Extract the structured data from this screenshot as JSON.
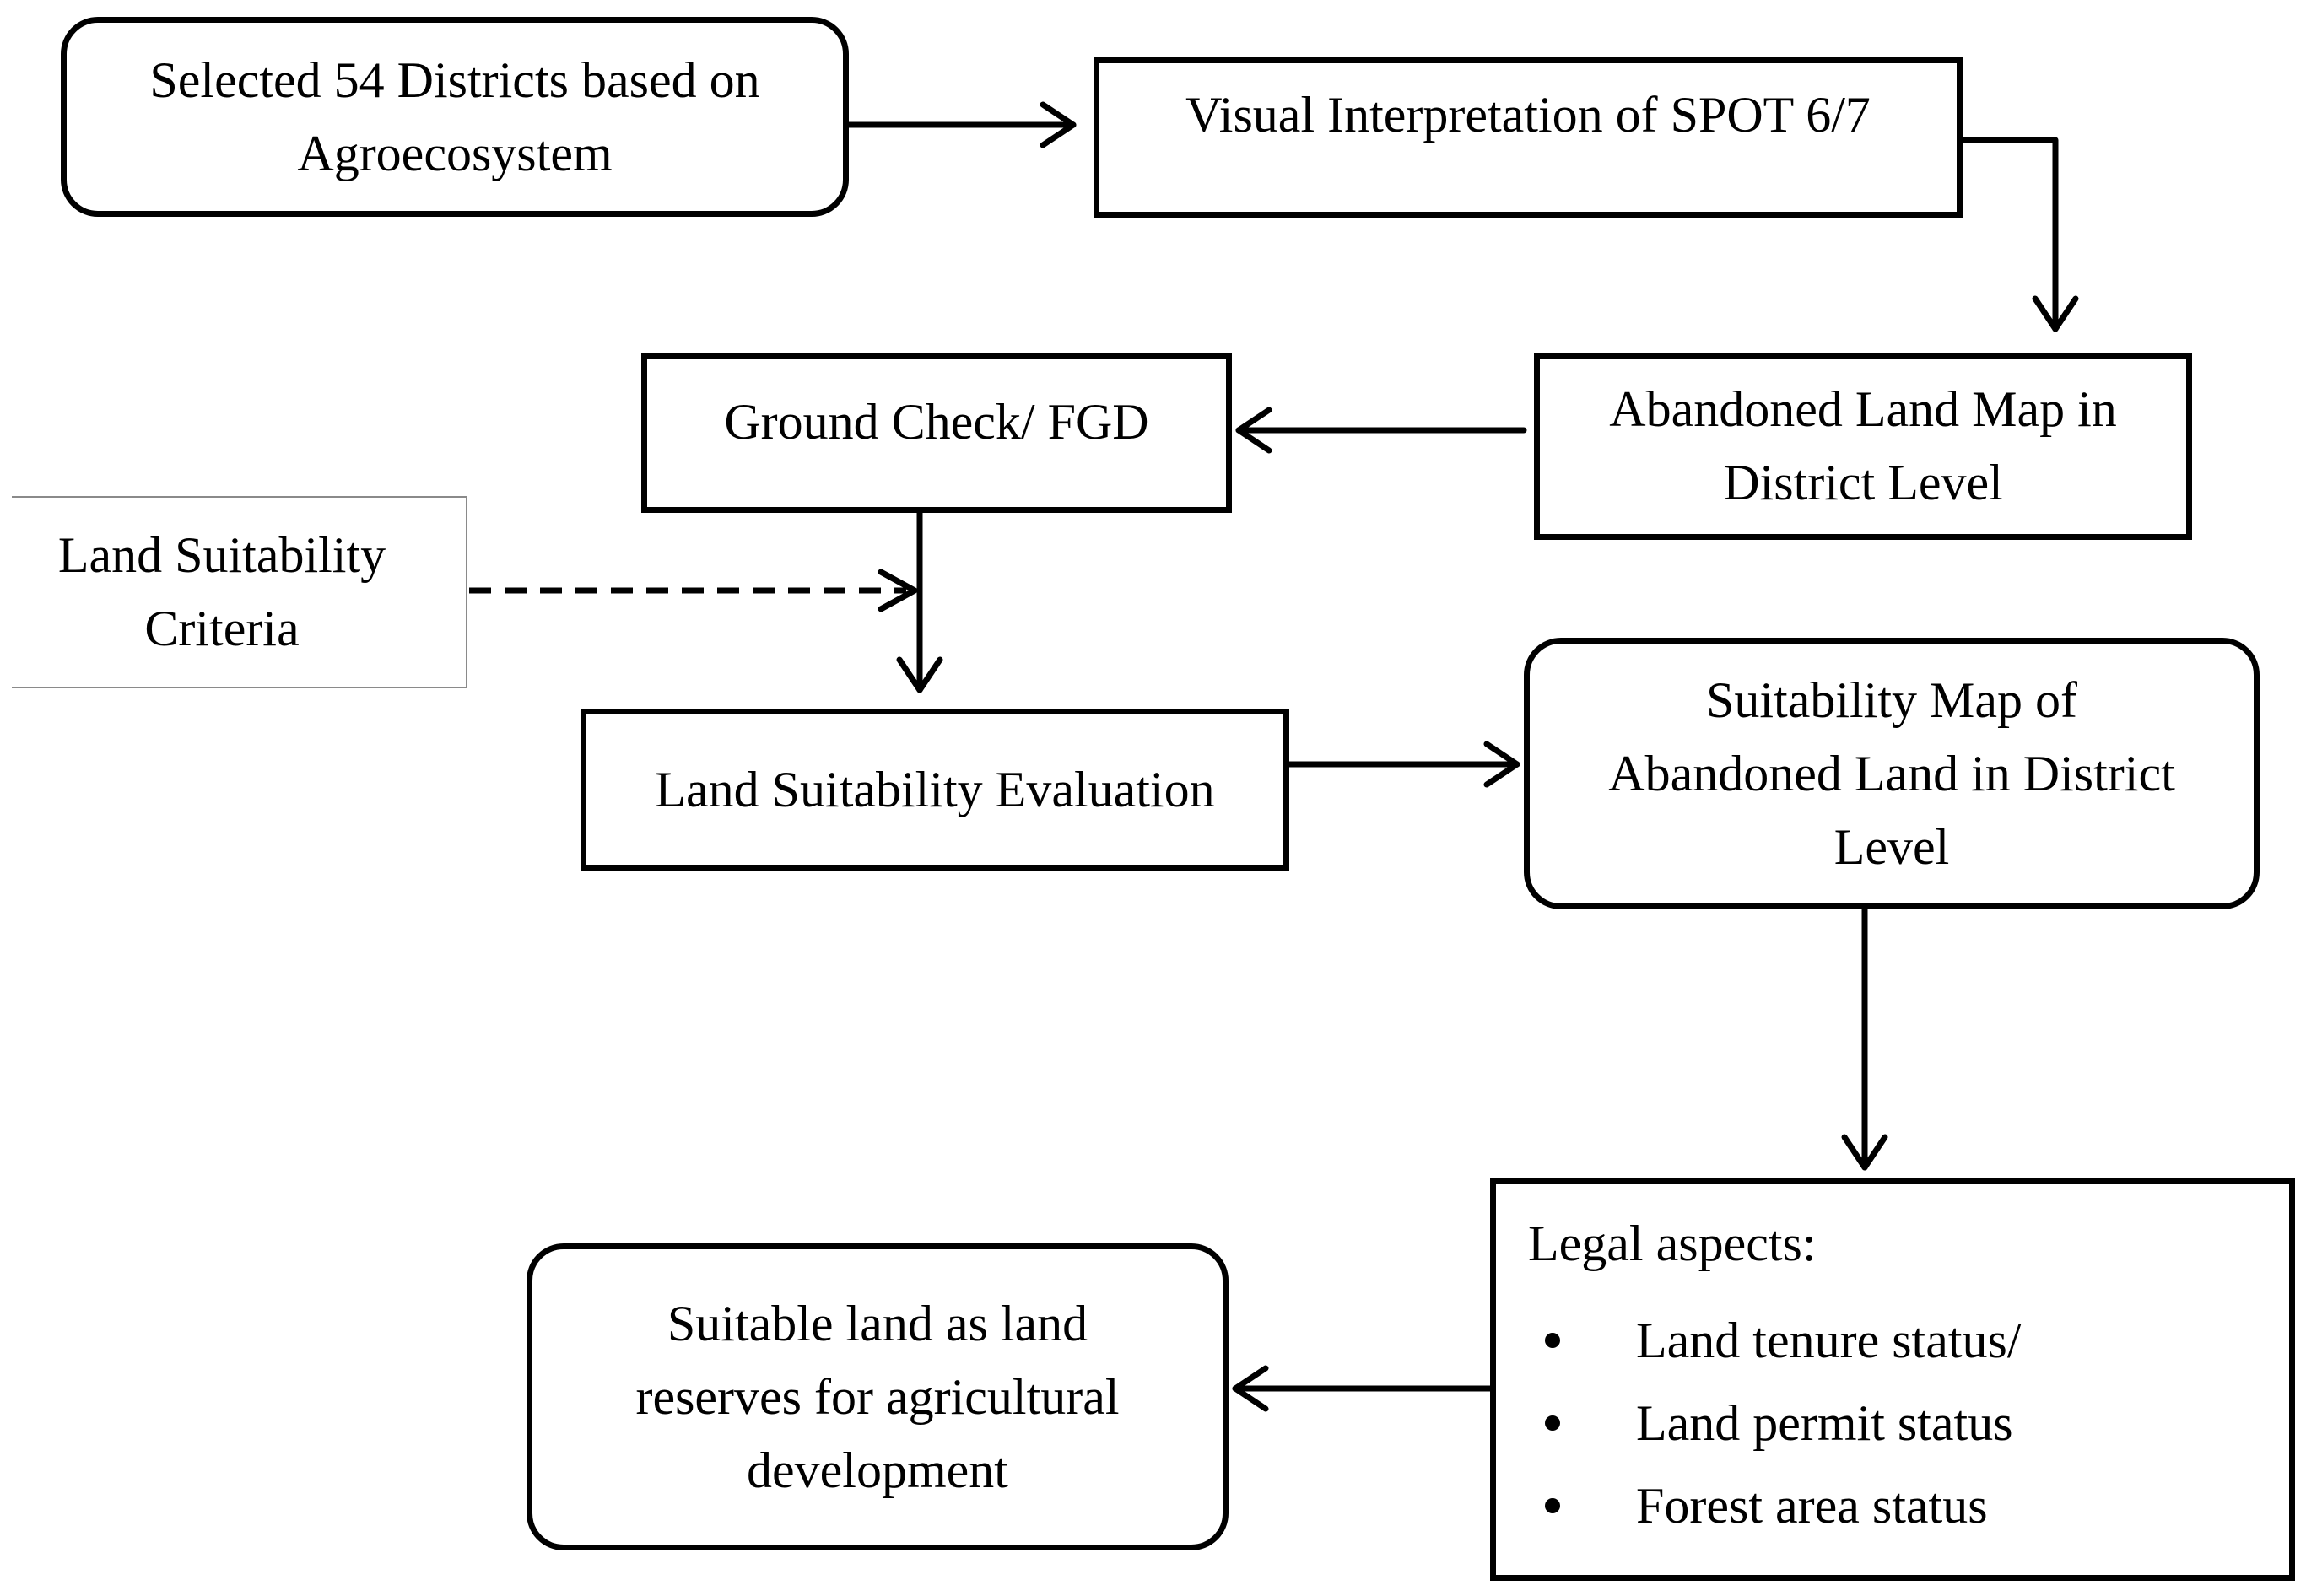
{
  "boxes": {
    "selected_districts": {
      "lines": [
        "Selected  54 Districts based  on",
        "Agroecosystem"
      ]
    },
    "visual_interpretation": {
      "lines": [
        "Visual Interpretation  of SPOT  6/7"
      ]
    },
    "abandoned_land_map": {
      "lines": [
        "Abandoned  Land Map  in",
        "District Level"
      ]
    },
    "ground_check": {
      "lines": [
        "Ground Check/ FGD"
      ]
    },
    "land_suitability_criteria": {
      "lines": [
        "Land  Suitability",
        "Criteria"
      ]
    },
    "land_suitability_evaluation": {
      "lines": [
        "Land  Suitability  Evaluation"
      ]
    },
    "suitability_map": {
      "lines": [
        "Suitability  Map  of",
        "Abandoned  Land   in District",
        "Level"
      ]
    },
    "legal_aspects": {
      "title": "Legal  aspects:",
      "items": [
        "Land  tenure status/",
        "Land  permit status",
        "Forest area status"
      ]
    },
    "suitable_land": {
      "lines": [
        "Suitable land as land",
        "reserves  for agricultural",
        "development"
      ]
    }
  },
  "colors": {
    "stroke": "#000000",
    "background": "#ffffff",
    "thin_border": "#8a8a8a"
  }
}
